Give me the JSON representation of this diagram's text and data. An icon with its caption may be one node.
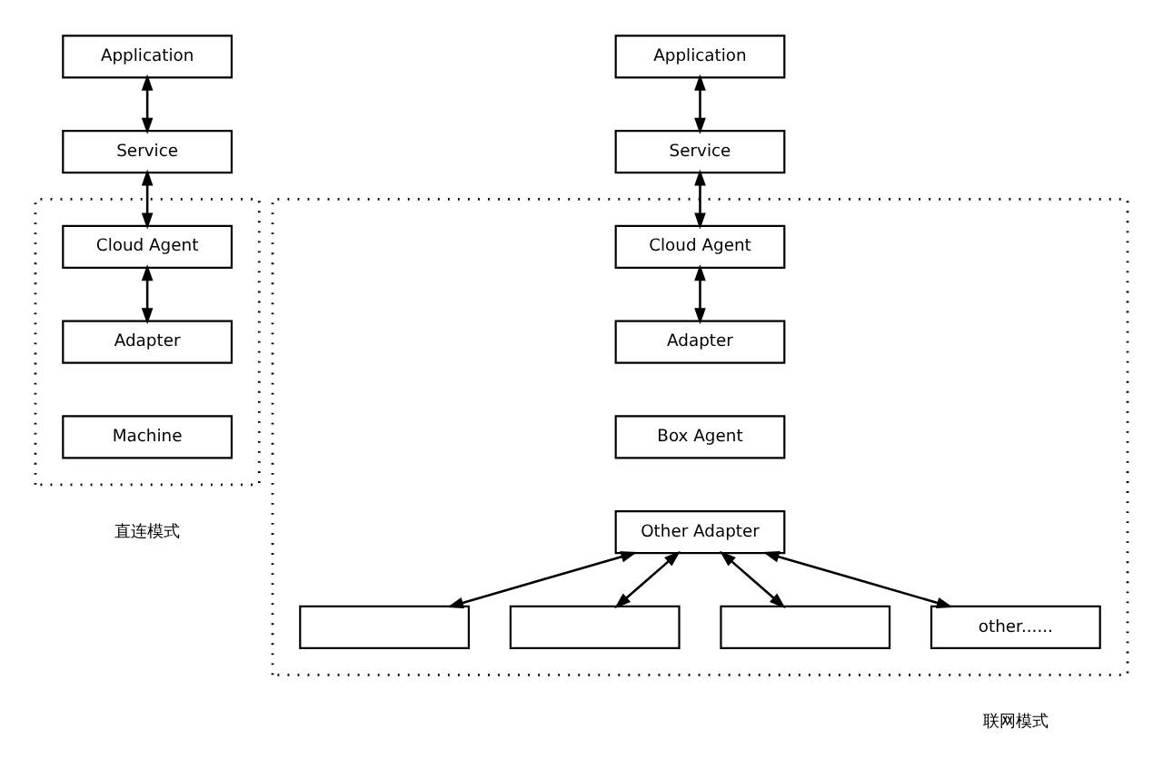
{
  "diagram": {
    "nodes": [
      {
        "text": [
          "Application"
        ]
      },
      {
        "text": [
          "Service"
        ]
      },
      {
        "text": [],
        "shape": "box"
      },
      {
        "text": [
          "Cloud Agent"
        ],
        "in": 2
      },
      {
        "text": [
          "Adapter"
        ],
        "in": 2
      },
      {
        "text": [
          "Machine"
        ],
        "in": 2
      },
      {
        "text": [
          "Application"
        ]
      },
      {
        "text": [
          "Service"
        ]
      },
      {
        "text": [],
        "shape": "box"
      },
      {
        "text": [
          "Cloud Agent"
        ],
        "in": 8
      },
      {
        "text": [
          "Adapter"
        ],
        "in": 8
      },
      {
        "text": [
          "Box Agent"
        ],
        "in": 8
      },
      {
        "text": [
          "Other Adapter"
        ],
        "in": 8
      },
      {
        "text": [],
        "shape": "box",
        "in": 8
      },
      {
        "text": [],
        "shape": "box",
        "in": 8
      },
      {
        "text": [],
        "shape": "box",
        "in": 8
      },
      {
        "text": [
          "other......"
        ],
        "in": 8
      }
    ],
    "edges": [
      {
        "from": 0,
        "to": 1,
        "arrow": "both"
      },
      {
        "from": 1,
        "to": 3,
        "arrow": "both"
      },
      {
        "from": 3,
        "to": 4,
        "arrow": "both"
      },
      {
        "from": 6,
        "to": 7,
        "arrow": "both"
      },
      {
        "from": 7,
        "to": 9,
        "arrow": "both"
      },
      {
        "from": 9,
        "to": 10,
        "arrow": "both"
      },
      {
        "from": 12,
        "to": 13,
        "arrow": "both"
      },
      {
        "from": 12,
        "to": 14,
        "arrow": "both"
      },
      {
        "from": 12,
        "to": 15,
        "arrow": "both"
      },
      {
        "from": 12,
        "to": 16,
        "arrow": "both"
      }
    ],
    "labels": [
      "直连模式",
      "联网模式"
    ]
  }
}
